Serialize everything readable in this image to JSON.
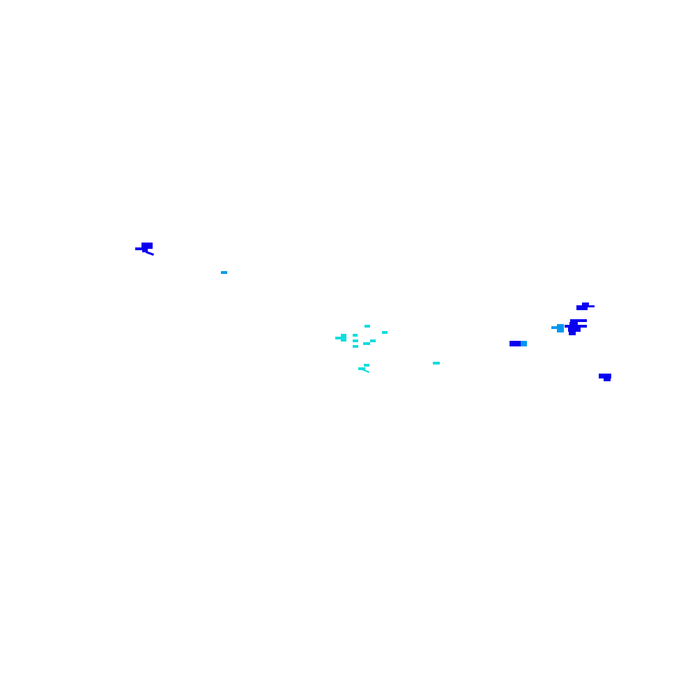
{
  "canvas": {
    "background": "#ffffff"
  },
  "palette": {
    "blue": "#0a00f0",
    "azure": "#0099ee",
    "cyan": "#11dddd"
  },
  "clusters": [
    {
      "name": "west-blue-cluster",
      "color_key": "blue"
    },
    {
      "name": "west-azure-mark",
      "color_key": "azure"
    },
    {
      "name": "center-cyan-cluster",
      "color_key": "cyan"
    },
    {
      "name": "center-cyan-lone-mark",
      "color_key": "cyan"
    },
    {
      "name": "east-blue-bar",
      "color_key": "blue"
    },
    {
      "name": "east-blue-cluster",
      "color_key": "blue"
    },
    {
      "name": "southeast-blue-mark",
      "color_key": "blue"
    }
  ]
}
